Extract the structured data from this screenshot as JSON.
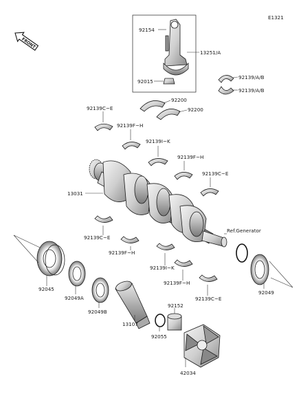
{
  "figure_id": "E1321",
  "front_label": "FRONT",
  "ref_note": "Ref.Generator",
  "parts": {
    "p92154": "92154",
    "p13251": "13251/A",
    "p92015": "92015",
    "p92139ab_1": "92139/A/B",
    "p92139ab_2": "92139/A/B",
    "p92200_1": "92200",
    "p92200_2": "92200",
    "p92139ce_1": "92139C~E",
    "p92139fh_1": "92139F~H",
    "p92139ik_1": "92139I~K",
    "p92139fh_2": "92139F~H",
    "p92139ce_2": "92139C~E",
    "p13031": "13031",
    "p92139ce_3": "92139C~E",
    "p92139fh_3": "92139F~H",
    "p92139ik_2": "92139I~K",
    "p92139fh_4": "92139F~H",
    "p92139ce_4": "92139C~E",
    "p92045": "92045",
    "p92049a": "92049A",
    "p92049b": "92049B",
    "p13107": "13107",
    "p92055": "92055",
    "p92152": "92152",
    "p92049": "92049",
    "p42034": "42034"
  }
}
